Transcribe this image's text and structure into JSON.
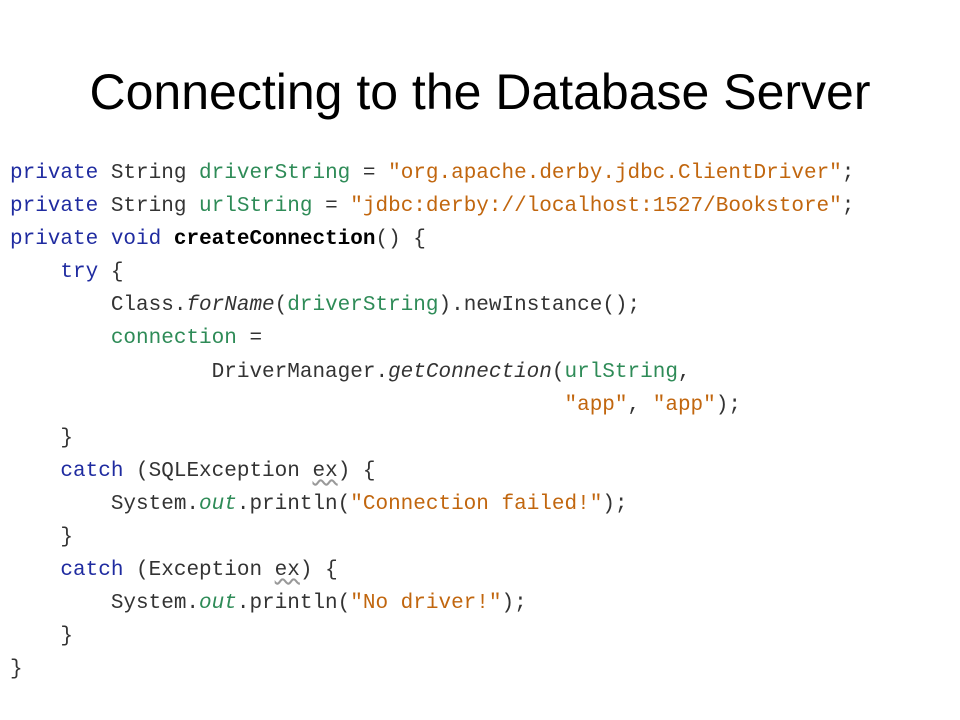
{
  "title": "Connecting to the Database Server",
  "colors": {
    "keyword": "#1f2ba0",
    "string": "#c1660e",
    "field": "#2e8b57",
    "text": "#333333"
  },
  "code": {
    "lines": [
      [
        {
          "t": "private",
          "c": "kw"
        },
        {
          "t": " String "
        },
        {
          "t": "driverString",
          "c": "fld"
        },
        {
          "t": " = "
        },
        {
          "t": "\"org.apache.derby.jdbc.ClientDriver\"",
          "c": "str"
        },
        {
          "t": ";"
        }
      ],
      [
        {
          "t": "private",
          "c": "kw"
        },
        {
          "t": " String "
        },
        {
          "t": "urlString",
          "c": "fld"
        },
        {
          "t": " = "
        },
        {
          "t": "\"jdbc:derby://localhost:1527/Bookstore\"",
          "c": "str"
        },
        {
          "t": ";"
        }
      ],
      [
        {
          "t": "private",
          "c": "kw"
        },
        {
          "t": " "
        },
        {
          "t": "void",
          "c": "kw"
        },
        {
          "t": " "
        },
        {
          "t": "createConnection",
          "c": "bold"
        },
        {
          "t": "() {"
        }
      ],
      [
        {
          "t": "    "
        },
        {
          "t": "try",
          "c": "kw"
        },
        {
          "t": " {"
        }
      ],
      [
        {
          "t": "        Class."
        },
        {
          "t": "forName",
          "c": "it"
        },
        {
          "t": "("
        },
        {
          "t": "driverString",
          "c": "fld"
        },
        {
          "t": ").newInstance();"
        }
      ],
      [
        {
          "t": "        "
        },
        {
          "t": "connection",
          "c": "fld"
        },
        {
          "t": " ="
        }
      ],
      [
        {
          "t": "                DriverManager."
        },
        {
          "t": "getConnection",
          "c": "it"
        },
        {
          "t": "("
        },
        {
          "t": "urlString",
          "c": "fld"
        },
        {
          "t": ","
        }
      ],
      [
        {
          "t": "                                            "
        },
        {
          "t": "\"app\"",
          "c": "str"
        },
        {
          "t": ", "
        },
        {
          "t": "\"app\"",
          "c": "str"
        },
        {
          "t": ");"
        }
      ],
      [
        {
          "t": "    }"
        }
      ],
      [
        {
          "t": "    "
        },
        {
          "t": "catch",
          "c": "kw"
        },
        {
          "t": " (SQLException "
        },
        {
          "t": "ex",
          "c": "warn"
        },
        {
          "t": ") {"
        }
      ],
      [
        {
          "t": "        System."
        },
        {
          "t": "out",
          "c": "fld it"
        },
        {
          "t": ".println("
        },
        {
          "t": "\"Connection failed!\"",
          "c": "str"
        },
        {
          "t": ");"
        }
      ],
      [
        {
          "t": "    }"
        }
      ],
      [
        {
          "t": "    "
        },
        {
          "t": "catch",
          "c": "kw"
        },
        {
          "t": " (Exception "
        },
        {
          "t": "ex",
          "c": "warn"
        },
        {
          "t": ") {"
        }
      ],
      [
        {
          "t": "        System."
        },
        {
          "t": "out",
          "c": "fld it"
        },
        {
          "t": ".println("
        },
        {
          "t": "\"No driver!\"",
          "c": "str"
        },
        {
          "t": ");"
        }
      ],
      [
        {
          "t": "    }"
        }
      ],
      [
        {
          "t": "}"
        }
      ]
    ]
  }
}
